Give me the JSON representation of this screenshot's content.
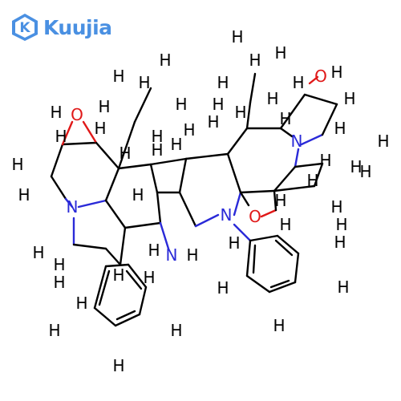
{
  "site": {
    "logo_text": "Kuujia",
    "logo_symbol": "K",
    "brand_color": "#4a90e2"
  },
  "molecule": {
    "atom_colors": {
      "C": "#000000",
      "H": "#000000",
      "N": "#2a2ad8",
      "O": "#e01818"
    },
    "labels": {
      "oxygens": [
        "O",
        "O",
        "O"
      ],
      "nitrogens": [
        "N",
        "N",
        "N",
        "N"
      ],
      "hydrogen": "H"
    }
  }
}
